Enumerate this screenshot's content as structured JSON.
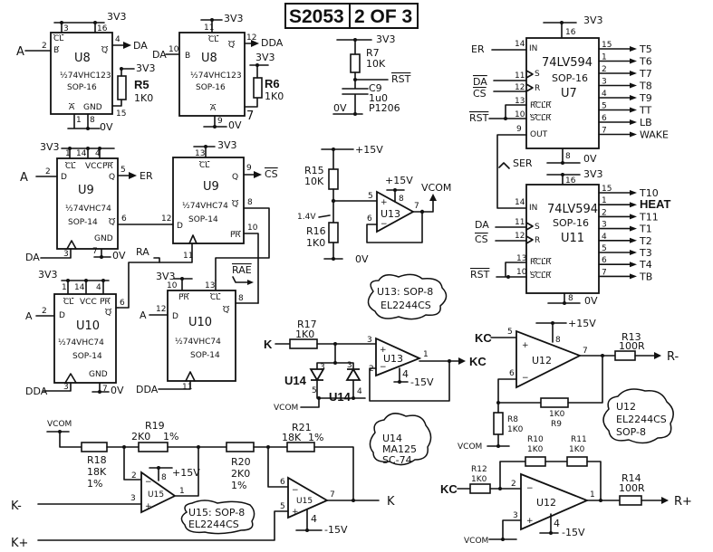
{
  "title": {
    "sheet": "S2053",
    "page": "2 OF 3"
  },
  "power": {
    "v33": "3V3",
    "gnd": "0V",
    "p15": "+15V",
    "m15": "-15V",
    "vcom": "VCOM"
  },
  "u8a": {
    "ref": "U8",
    "part": "½74VHC123",
    "pkg": "SOP-16",
    "pins": {
      "cl": "CL",
      "b": "B",
      "q": "Q",
      "a": "A",
      "gnd": "GND"
    },
    "pin_nums": [
      "3",
      "16",
      "2",
      "4",
      "15",
      "1",
      "8"
    ],
    "in": "A",
    "out": "DA"
  },
  "u8b": {
    "ref": "U8",
    "part": "½74VHC123",
    "pkg": "SOP-16",
    "pins": {
      "cl": "CL",
      "b": "B",
      "q": "Q",
      "a": "A"
    },
    "pin_nums": [
      "11",
      "10",
      "12",
      "7",
      "9"
    ],
    "in": "DA",
    "out": "DDA"
  },
  "r5": {
    "ref": "R5",
    "value": "1K0"
  },
  "r6": {
    "ref": "R6",
    "value": "1K0"
  },
  "r7": {
    "ref": "R7",
    "value": "10K"
  },
  "c9": {
    "ref": "C9",
    "value": "1u0",
    "pkg": "P1206"
  },
  "rst_label": "RST",
  "u7": {
    "ref": "U7",
    "part": "74LV594",
    "pkg": "SOP-16",
    "pins": {
      "in": "IN",
      "s": "S",
      "r": "R",
      "rclr": "RCLR",
      "sclr": "SCLR",
      "out": "OUT"
    },
    "inputs": [
      {
        "net": "ER",
        "pin": "14"
      },
      {
        "net": "DA",
        "pin": "11"
      },
      {
        "net": "CS",
        "pin": "12"
      },
      {
        "net": "RST",
        "pin": "10"
      }
    ],
    "aux_pins": [
      "13",
      "9",
      "16",
      "8"
    ],
    "outputs": [
      {
        "pin": "15",
        "net": "T5"
      },
      {
        "pin": "1",
        "net": "T6"
      },
      {
        "pin": "2",
        "net": "T7"
      },
      {
        "pin": "3",
        "net": "T8"
      },
      {
        "pin": "4",
        "net": "T9"
      },
      {
        "pin": "5",
        "net": "TT"
      },
      {
        "pin": "6",
        "net": "LB"
      },
      {
        "pin": "7",
        "net": "WAKE"
      }
    ]
  },
  "ser_label": "SER",
  "u11": {
    "ref": "U11",
    "part": "74LV594",
    "pkg": "SOP-16",
    "pins": {
      "in": "IN",
      "s": "S",
      "r": "R",
      "rclr": "RCLR",
      "sclr": "SCLR"
    },
    "inputs": [
      {
        "net": "DA",
        "pin": "11"
      },
      {
        "net": "CS",
        "pin": "12"
      },
      {
        "net": "RST",
        "pin": "10"
      }
    ],
    "aux_pins": [
      "14",
      "13",
      "16",
      "8"
    ],
    "outputs": [
      {
        "pin": "15",
        "net": "T10"
      },
      {
        "pin": "1",
        "net": "HEAT"
      },
      {
        "pin": "2",
        "net": "T11"
      },
      {
        "pin": "3",
        "net": "T1"
      },
      {
        "pin": "4",
        "net": "T2"
      },
      {
        "pin": "5",
        "net": "T3"
      },
      {
        "pin": "6",
        "net": "T4"
      },
      {
        "pin": "7",
        "net": "TB"
      }
    ]
  },
  "u9a": {
    "ref": "U9",
    "part": "½74VHC74",
    "pkg": "SOP-14",
    "pins": {
      "cl": "CL",
      "vcc": "VCC",
      "pr": "PR",
      "d": "D",
      "q": "Q",
      "qn": "Q",
      "gnd": "GND"
    },
    "pin_nums": [
      "1",
      "14",
      "4",
      "2",
      "5",
      "6",
      "3",
      "7"
    ],
    "in_d": "A",
    "clk": "DA",
    "out": "ER"
  },
  "u9b": {
    "ref": "U9",
    "part": "½74VHC74",
    "pkg": "SOP-14",
    "pins": {
      "cl": "CL",
      "d": "D",
      "q": "Q",
      "qn": "Q",
      "pr": "PR"
    },
    "pin_nums": [
      "13",
      "12",
      "9",
      "8",
      "10",
      "11"
    ],
    "out": "CS",
    "clk": "RA"
  },
  "u10a": {
    "ref": "U10",
    "part": "½74VHC74",
    "pkg": "SOP-14",
    "pins": {
      "cl": "CL",
      "vcc": "VCC",
      "pr": "PR",
      "d": "D",
      "qn": "Q",
      "gnd": "GND"
    },
    "pin_nums": [
      "1",
      "14",
      "4",
      "2",
      "6",
      "3",
      "7"
    ],
    "in_d": "A",
    "clk": "DDA"
  },
  "u10b": {
    "ref": "U10",
    "part": "½74VHC74",
    "pkg": "SOP-14",
    "pins": {
      "pr": "PR",
      "cl": "CL",
      "d": "D",
      "qn": "Q"
    },
    "pin_nums": [
      "10",
      "13",
      "12",
      "8",
      "11"
    ],
    "in_d": "A",
    "clk": "DDA",
    "out": "RAE"
  },
  "vcom_gen": {
    "r15": {
      "ref": "R15",
      "value": "10K"
    },
    "r16": {
      "ref": "R16",
      "value": "1K0"
    },
    "node_v": "1.4V",
    "op": "U13",
    "pin_nums": [
      "5",
      "6",
      "8",
      "7"
    ],
    "out": "VCOM"
  },
  "u13_note": [
    "U13: SOP-8",
    "EL2244CS"
  ],
  "clamp": {
    "r17": {
      "ref": "R17",
      "value": "1K0"
    },
    "in": "K",
    "op": "U13",
    "pin_nums": [
      "3",
      "2",
      "1",
      "4"
    ],
    "out": "KC",
    "diodes": [
      {
        "ref": "U14",
        "pins": [
          "3",
          "5"
        ]
      },
      {
        "ref": "U14",
        "pins": [
          "3",
          "4"
        ]
      }
    ]
  },
  "u12a": {
    "op": "U12",
    "in": "KC",
    "pin_nums": [
      "5",
      "6",
      "8",
      "7"
    ],
    "r8": {
      "ref": "R8",
      "value": "1K0"
    },
    "r9": {
      "ref": "R9",
      "value": "1K0"
    },
    "r13": {
      "ref": "R13",
      "value": "100R"
    },
    "out": "R-"
  },
  "u12_note": [
    "U12",
    "EL2244CS",
    "SOP-8"
  ],
  "u12b": {
    "op": "U12",
    "in": "KC",
    "pin_nums": [
      "2",
      "3",
      "1",
      "4"
    ],
    "r10": {
      "ref": "R10",
      "value": "1K0"
    },
    "r11": {
      "ref": "R11",
      "value": "1K0"
    },
    "r12": {
      "ref": "R12",
      "value": "1K0"
    },
    "r14": {
      "ref": "R14",
      "value": "100R"
    },
    "out": "R+"
  },
  "u14_note": [
    "U14",
    "MA125",
    "SC-74"
  ],
  "diff": {
    "r18": {
      "ref": "R18",
      "value": "18K",
      "tol": "1%"
    },
    "r19": {
      "ref": "R19",
      "value": "2K0",
      "tol": "1%"
    },
    "r20": {
      "ref": "R20",
      "value": "2K0",
      "tol": "1%"
    },
    "r21": {
      "ref": "R21",
      "value": "18K",
      "tol": "1%"
    },
    "u15a_pins": [
      "2",
      "3",
      "8",
      "1"
    ],
    "u15b_pins": [
      "6",
      "5",
      "7",
      "4"
    ],
    "op": "U15",
    "in_neg": "K-",
    "in_pos": "K+",
    "out": "K"
  },
  "u15_note": [
    "U15: SOP-8",
    "EL2244CS"
  ]
}
